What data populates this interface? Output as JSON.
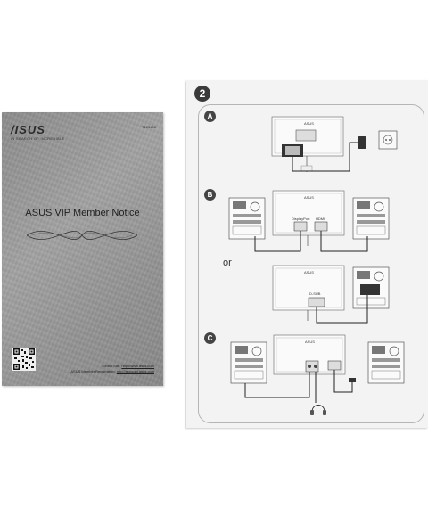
{
  "booklet": {
    "logo": "/ISUS",
    "tagline": "IN SEARCH OF INCREDIBLE",
    "code": "T123456",
    "title": "ASUS VIP Member Notice",
    "links": [
      {
        "label": "Global Site:",
        "url": "http://www.asus.com"
      },
      {
        "label": "ASUS Member Registration:",
        "url": "http://account.asus.com"
      }
    ]
  },
  "sheet": {
    "step": "2",
    "sections": [
      "A",
      "B",
      "C"
    ],
    "or_label": "or",
    "monitor_brand": "ASUS",
    "ports": {
      "displayport": "DisplayPort",
      "hdmi": "HDMI",
      "dsub": "D-SUB"
    }
  }
}
